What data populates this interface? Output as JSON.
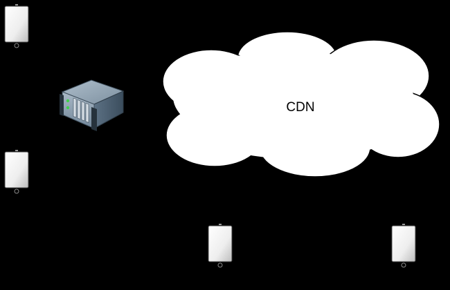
{
  "diagram": {
    "cloud": {
      "label": "CDN",
      "icon": "cloud-icon",
      "fill": "#ffffff",
      "stroke": "#000000"
    },
    "server": {
      "icon": "rack-server-icon"
    },
    "clients": [
      {
        "icon": "phone-icon",
        "position": "top-left"
      },
      {
        "icon": "phone-icon",
        "position": "middle-left"
      },
      {
        "icon": "phone-icon",
        "position": "bottom-center"
      },
      {
        "icon": "phone-icon",
        "position": "bottom-right"
      }
    ],
    "colors": {
      "background": "#000000",
      "device_body": "#f2f2f2",
      "server_body": "#7f93a3"
    }
  }
}
